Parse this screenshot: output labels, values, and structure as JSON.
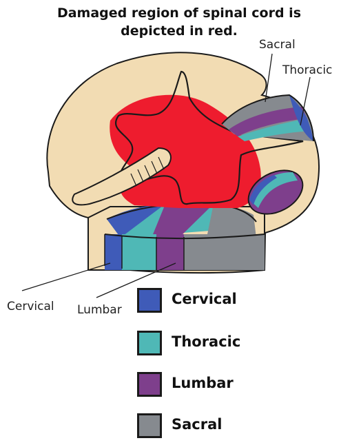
{
  "title": {
    "line1": "Damaged region of spinal cord is",
    "line2": "depicted in red."
  },
  "callouts": {
    "sacral": "Sacral",
    "thoracic": "Thoracic",
    "cervical": "Cervical",
    "lumbar": "Lumbar"
  },
  "legend": [
    {
      "label": "Cervical",
      "color": "#3f5bb8"
    },
    {
      "label": "Thoracic",
      "color": "#4fb8b6"
    },
    {
      "label": "Lumbar",
      "color": "#7e3f8c"
    },
    {
      "label": "Sacral",
      "color": "#868a8f"
    }
  ],
  "colors": {
    "tissue": "#f2dcb3",
    "damage": "#ee1c2e",
    "outline": "#1a1a1a"
  }
}
